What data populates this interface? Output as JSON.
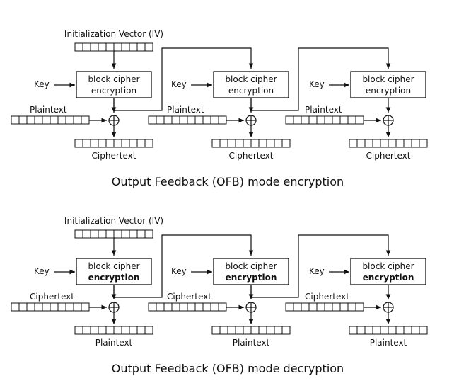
{
  "diagrams": [
    {
      "caption": "Output Feedback (OFB) mode encryption",
      "iv_label": "Initialization Vector (IV)",
      "key_label": "Key",
      "block_line1": "block cipher",
      "block_line2": "encryption",
      "block_line2_bold": false,
      "input_label": "Plaintext",
      "output_label": "Ciphertext",
      "stages": 3
    },
    {
      "caption": "Output Feedback (OFB) mode decryption",
      "iv_label": "Initialization Vector (IV)",
      "key_label": "Key",
      "block_line1": "block cipher",
      "block_line2": "encryption",
      "block_line2_bold": true,
      "input_label": "Ciphertext",
      "output_label": "Plaintext",
      "stages": 3
    }
  ]
}
